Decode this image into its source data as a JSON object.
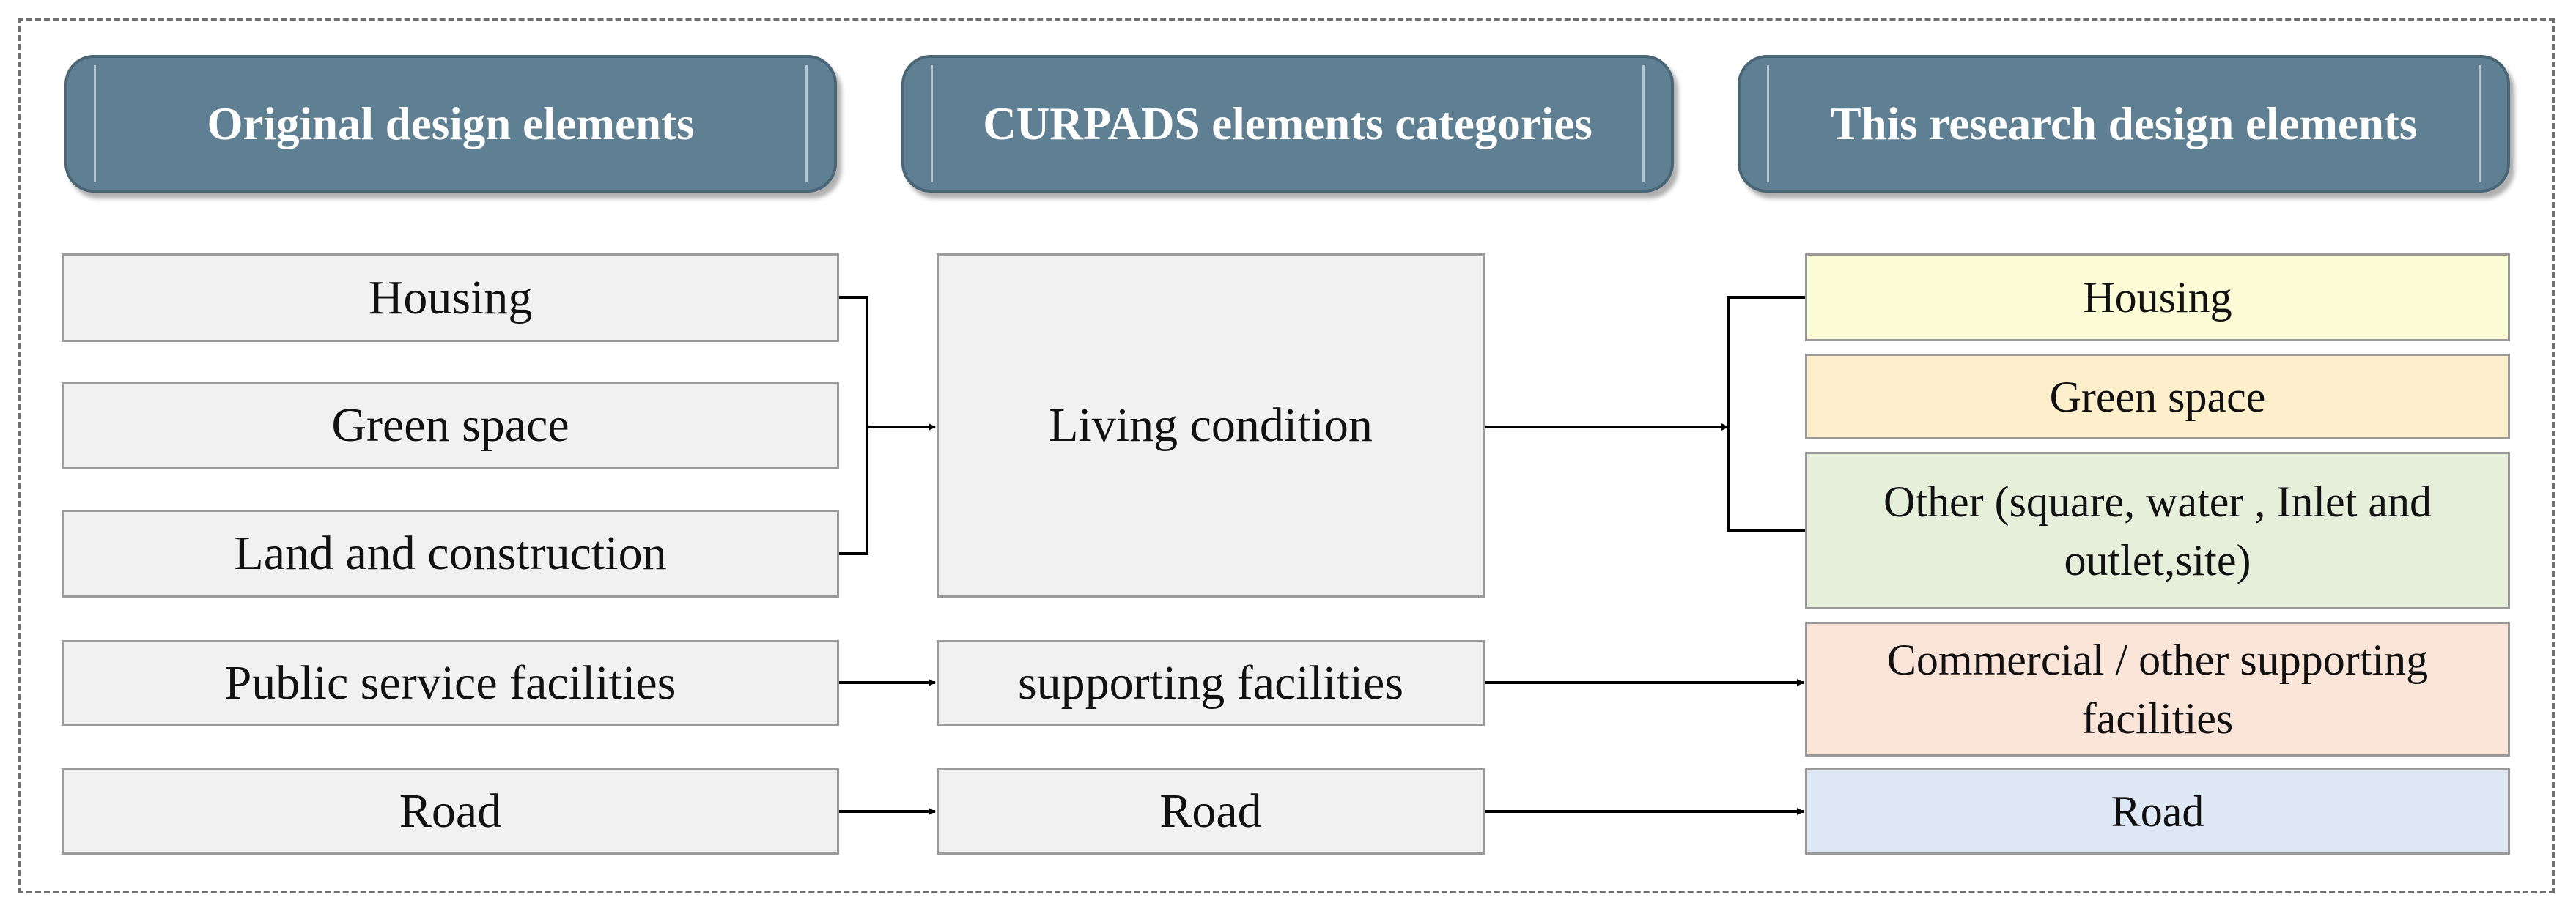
{
  "headers": {
    "original": "Original design elements",
    "curpads": "CURPADS elements categories",
    "research": "This research design elements"
  },
  "original_elements": {
    "housing": "Housing",
    "green_space": "Green space",
    "land": "Land and construction",
    "public_service": "Public service facilities",
    "road": "Road"
  },
  "curpads_categories": {
    "living": "Living condition",
    "supporting": "supporting facilities",
    "road": "Road"
  },
  "research_elements": {
    "housing": "Housing",
    "green_space": "Green space",
    "other": "Other (square, water , Inlet and outlet,site)",
    "commercial": "Commercial / other supporting facilities",
    "road": "Road"
  },
  "colors": {
    "header_fill": "#5f7f93",
    "box_gray": "#f1f1f1",
    "housing_fill": "#fbfbd6",
    "green_space_fill": "#fdefcc",
    "other_fill": "#e6efda",
    "commercial_fill": "#fbe5d9",
    "road_fill": "#dfe8f5"
  }
}
